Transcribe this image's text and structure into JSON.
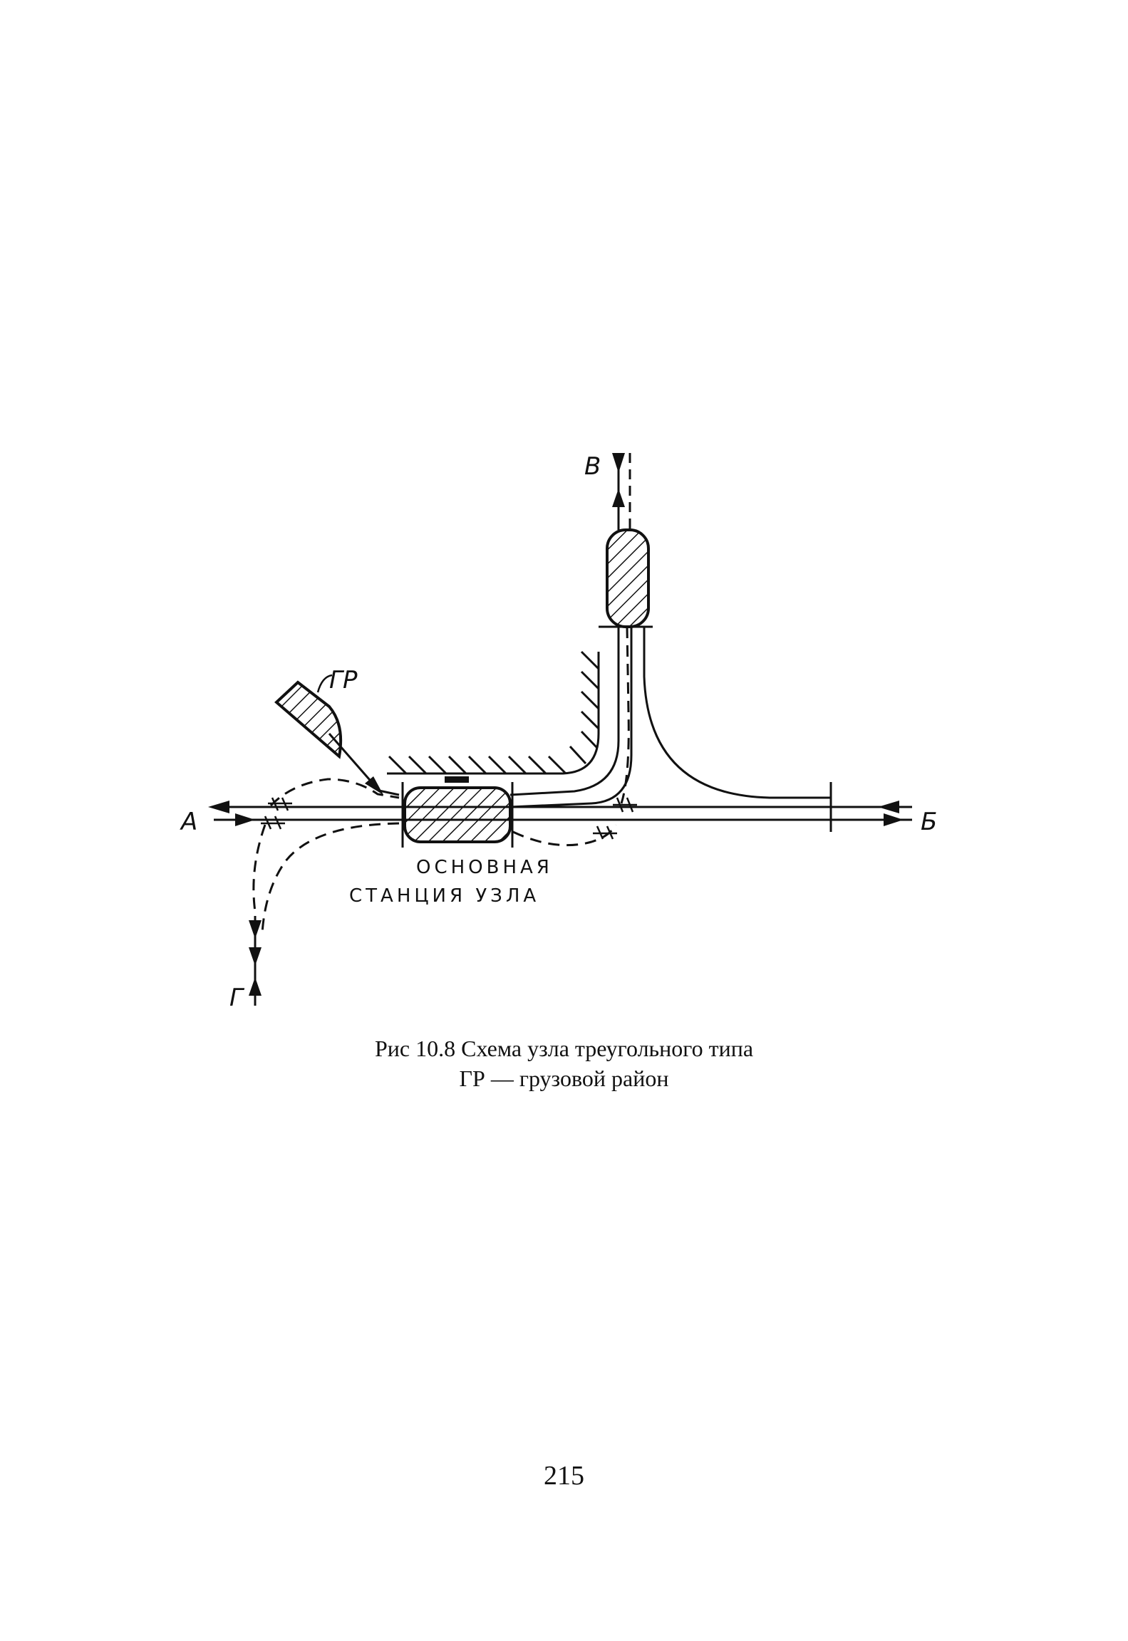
{
  "diagram": {
    "label_a": "А",
    "label_b": "Б",
    "label_v": "В",
    "label_g": "Г",
    "label_gr": "ГР",
    "station_line1": "ОСНОВНАЯ",
    "station_line2": "СТАНЦИЯ УЗЛА"
  },
  "caption": {
    "line1": "Рис 10.8 Схема узла треугольного типа",
    "line2": "ГР — грузовой район"
  },
  "page_number": "215"
}
